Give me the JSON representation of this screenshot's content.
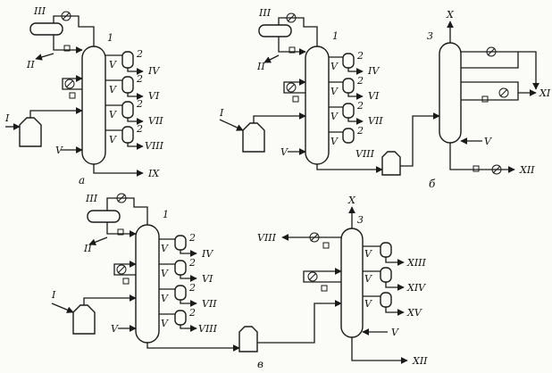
{
  "diagram_a": {
    "caption": "а",
    "column_number": "1",
    "stripper_number": "2",
    "labels": {
      "feed": "I",
      "gas_out": "II",
      "reflux_drum": "III",
      "side_1": "IV",
      "side_2": "VI",
      "side_3": "VII",
      "side_4": "VIII",
      "steam": "V",
      "residue": "IX"
    }
  },
  "diagram_b": {
    "caption": "б",
    "column_number": "1",
    "column2_number": "3",
    "stripper_number": "2",
    "labels": {
      "feed": "I",
      "gas_out": "II",
      "reflux_drum": "III",
      "side_1": "IV",
      "side_2": "VI",
      "side_3": "VII",
      "side_4": "VIII",
      "steam": "V",
      "top_out": "X",
      "side_out": "XI",
      "bottom_out": "XII",
      "steam2": "V"
    }
  },
  "diagram_v": {
    "caption": "в",
    "column_number": "1",
    "column2_number": "3",
    "stripper_number": "2",
    "labels": {
      "feed": "I",
      "gas_out": "II",
      "reflux_drum": "III",
      "side_1": "IV",
      "side_2": "VI",
      "side_3": "VII",
      "side_4": "VIII",
      "steam": "V",
      "top_out": "X",
      "left_out": "VIII",
      "side_a": "XIII",
      "side_b": "XIV",
      "side_c": "XV",
      "bottom_out": "XII",
      "steam2": "V"
    }
  }
}
